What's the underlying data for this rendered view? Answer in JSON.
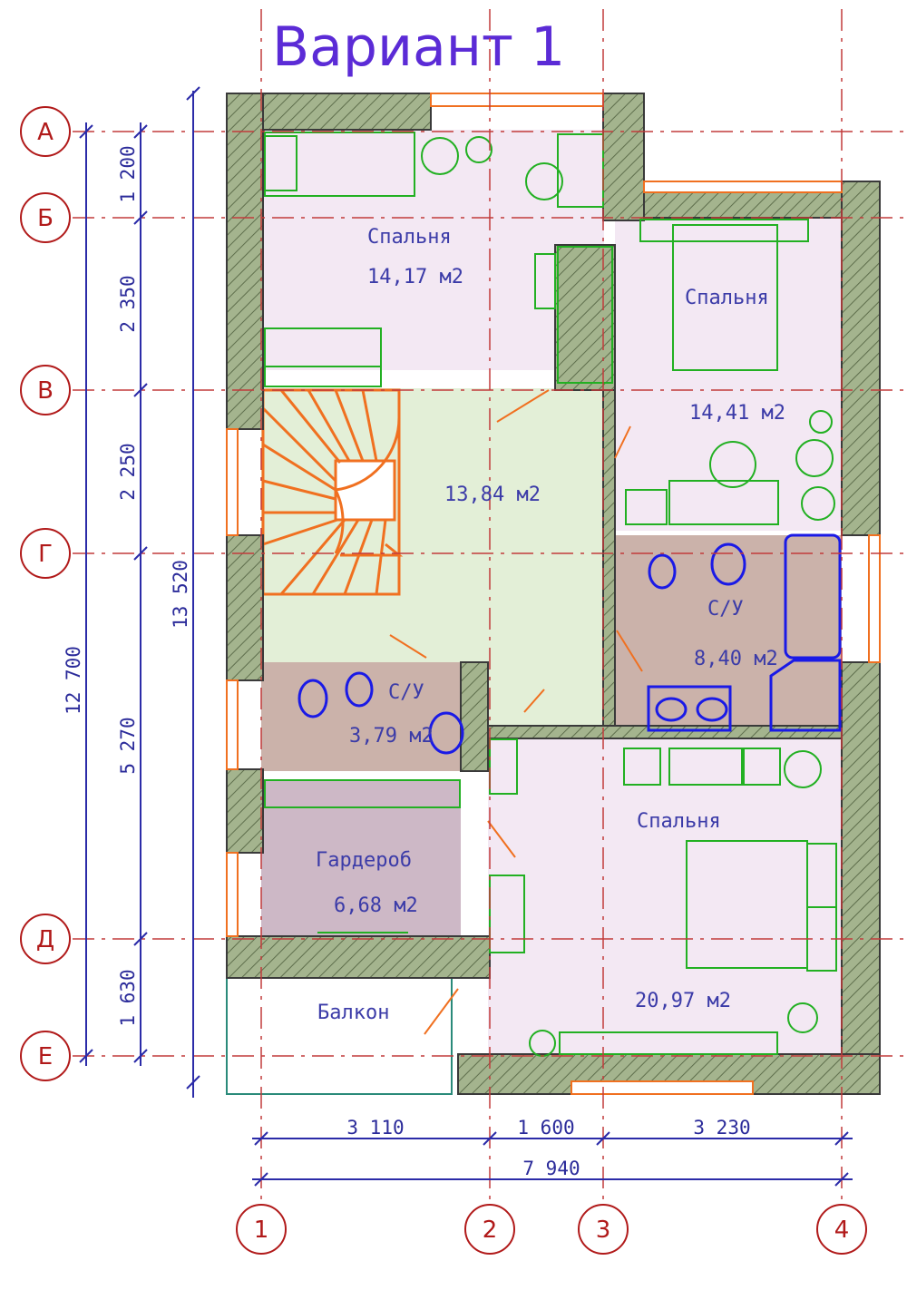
{
  "title": "Вариант 1",
  "colors": {
    "wall": "#8ea07a",
    "grid_line": "#c23b3b",
    "dimension": "#2b2ba8",
    "title": "#5b2bd6",
    "furniture": "#22b022",
    "stairs": "#f07020",
    "bath_fixture": "#1a1ae6",
    "bedroom_fill": "#f3e8f3",
    "hall_fill": "#e3efd7",
    "bathroom_fill": "#cbb2aa",
    "wardrobe_fill": "#cdb8c6",
    "window": "#f07020"
  },
  "rooms": [
    {
      "id": "bedroom-1",
      "name": "Спальня",
      "area": "14,17 м2"
    },
    {
      "id": "bedroom-2",
      "name": "Спальня",
      "area": "14,41 м2"
    },
    {
      "id": "hall",
      "name": "",
      "area": "13,84 м2"
    },
    {
      "id": "bathroom-1",
      "name": "С/У",
      "area": "8,40 м2"
    },
    {
      "id": "bathroom-2",
      "name": "С/У",
      "area": "3,79 м2"
    },
    {
      "id": "wardrobe",
      "name": "Гардероб",
      "area": "6,68 м2"
    },
    {
      "id": "bedroom-3",
      "name": "Спальня",
      "area": "20,97 м2"
    },
    {
      "id": "balcony",
      "name": "Балкон",
      "area": ""
    }
  ],
  "row_axes": [
    "А",
    "Б",
    "В",
    "Г",
    "Д",
    "Е"
  ],
  "col_axes": [
    "1",
    "2",
    "3",
    "4"
  ],
  "dimensions": {
    "left_segments": [
      "1 200",
      "2 350",
      "2 250",
      "5 270",
      "1 630"
    ],
    "left_total": "12 700",
    "left_overall": "13 520",
    "bottom_segments": [
      "3 110",
      "1 600",
      "3 230"
    ],
    "bottom_total": "7 940"
  }
}
